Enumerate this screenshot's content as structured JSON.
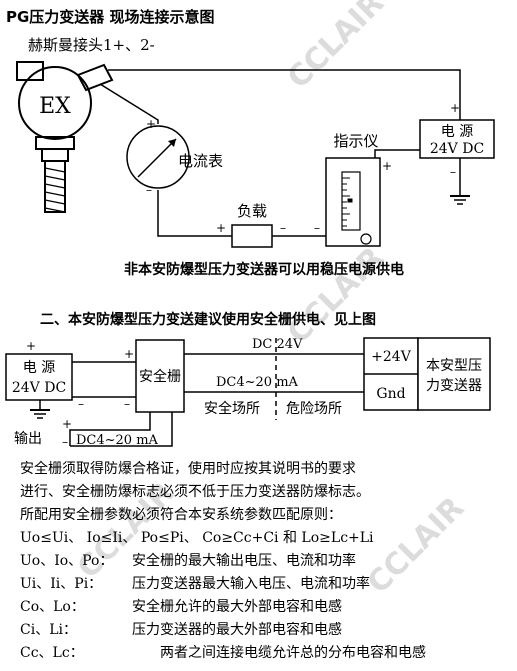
{
  "title": "PG压力变送器 现场连接示意图",
  "hart_label": "赫斯曼接头1+、2-",
  "ex_mark": "EX",
  "ammeter_label": "电流表",
  "indicator_label": "指示仪",
  "power_label": "电 源",
  "power_voltage": "24V DC",
  "load_label": "负载",
  "plus": "+",
  "minus": "–",
  "caption1": "非本安防爆型压力变送器可以用稳压电源供电",
  "section2_title": "二、本安防爆型压力变送建议使用安全栅供电、见上图",
  "barrier_label": "安全栅",
  "dc24": "DC  24V",
  "dc420": "DC4~20  mA",
  "safe_area": "安全场所",
  "danger_area": "危险场所",
  "plus24v": "+24V",
  "gnd": "Gnd",
  "is_transmitter_line1": "本安型压",
  "is_transmitter_line2": "力变送器",
  "output_label": "输出",
  "output_signal": "DC4~20  mA",
  "watermark": "CCLAIR",
  "notes": {
    "line1": "安全栅须取得防爆合格证，使用时应按其说明书的要求",
    "line2": "进行、安全栅防爆标志必须不低于压力变送器防爆标志。",
    "line3": "所配用安全栅参数必须符合本安系统参数匹配原则：",
    "line4": "Uo≤Ui、  Io≤Ii、   Po≤Pi、   Co≥Cc+Ci   和    Lo≥Lc+Li",
    "defs": [
      {
        "key": "Uo、Io、Po：",
        "value": "安全栅的最大输出电压、电流和功率"
      },
      {
        "key": "Ui、Ii、Pi：",
        "value": "压力变送器最大输入电压、电流和功率"
      },
      {
        "key": "Co、Lo：",
        "value": "安全栅允许的最大外部电容和电感"
      },
      {
        "key": "Ci、Li：",
        "value": "压力变送器的最大外部电容和电感"
      },
      {
        "key": "Cc、Lc：",
        "value": "两者之间连接电缆允许总的分布电容和电感"
      }
    ]
  }
}
